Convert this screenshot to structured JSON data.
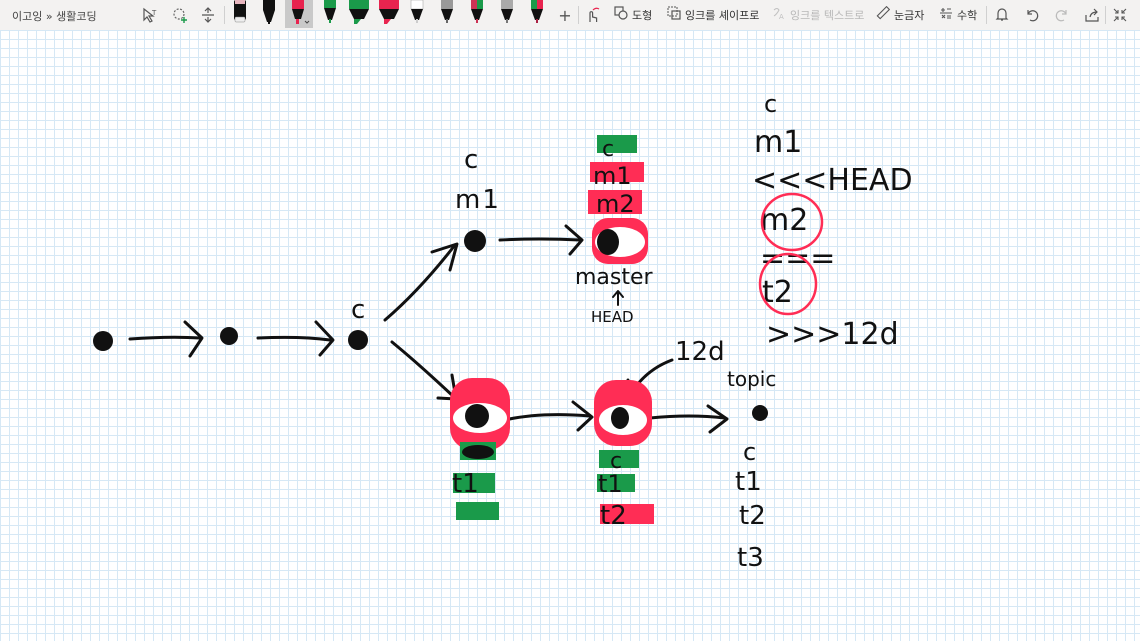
{
  "header": {
    "breadcrumb": "이고잉 » 생활코딩"
  },
  "toolbar": {
    "tools": [
      {
        "name": "lasso-select",
        "icon": "lasso-select-icon"
      },
      {
        "name": "add-space",
        "icon": "add-space-icon"
      },
      {
        "name": "insert-space",
        "icon": "insert-space-icon"
      }
    ],
    "pens": [
      {
        "id": "eraser",
        "color": "#111111",
        "tip": "#e8b7c0"
      },
      {
        "id": "black-pen",
        "color": "#111111"
      },
      {
        "id": "red-pen",
        "color": "#e8244f",
        "selected": true
      },
      {
        "id": "green-pen",
        "color": "#1a9a4a"
      },
      {
        "id": "green-highlighter",
        "color": "#1a9a4a"
      },
      {
        "id": "red-highlighter",
        "color": "#e8244f"
      },
      {
        "id": "white-pen",
        "color": "#ffffff"
      },
      {
        "id": "galaxy-pen",
        "color": "#888888"
      },
      {
        "id": "rainbow-pen",
        "color": "#cc3355"
      },
      {
        "id": "silver-pen",
        "color": "#999999"
      },
      {
        "id": "multi-pen",
        "color": "#aa2244"
      }
    ],
    "add_pen_label": "+",
    "shapes_label": "도형",
    "ink_to_shape_label": "잉크를 셰이프로",
    "ink_to_text_label": "잉크를 텍스트로",
    "ruler_label": "눈금자",
    "math_label": "수학"
  },
  "drawing": {
    "main_line": {
      "commits": [
        "",
        "",
        "c"
      ]
    },
    "master_branch": {
      "commit1_labels": [
        "c",
        "m1"
      ],
      "commit2_labels": [
        "c",
        "m1",
        "m2"
      ],
      "branch_label": "master",
      "head_label": "HEAD"
    },
    "topic_branch": {
      "commit1_labels": [
        "",
        "t1",
        ""
      ],
      "commit2_labels": [
        "c",
        "t1",
        "t2"
      ],
      "commit_id": "12d",
      "topic_label": "topic",
      "topic_list": [
        "c",
        "t1",
        "t2",
        "t3"
      ]
    },
    "conflict_block": {
      "lines": [
        "c",
        "m1",
        "<<<HEAD",
        "m2",
        "===",
        "t2",
        ">>>12d"
      ]
    },
    "colors": {
      "ink": "#111111",
      "red": "#ff2d55",
      "green": "#1a9a4a",
      "grid": "#d6e8f5"
    }
  }
}
